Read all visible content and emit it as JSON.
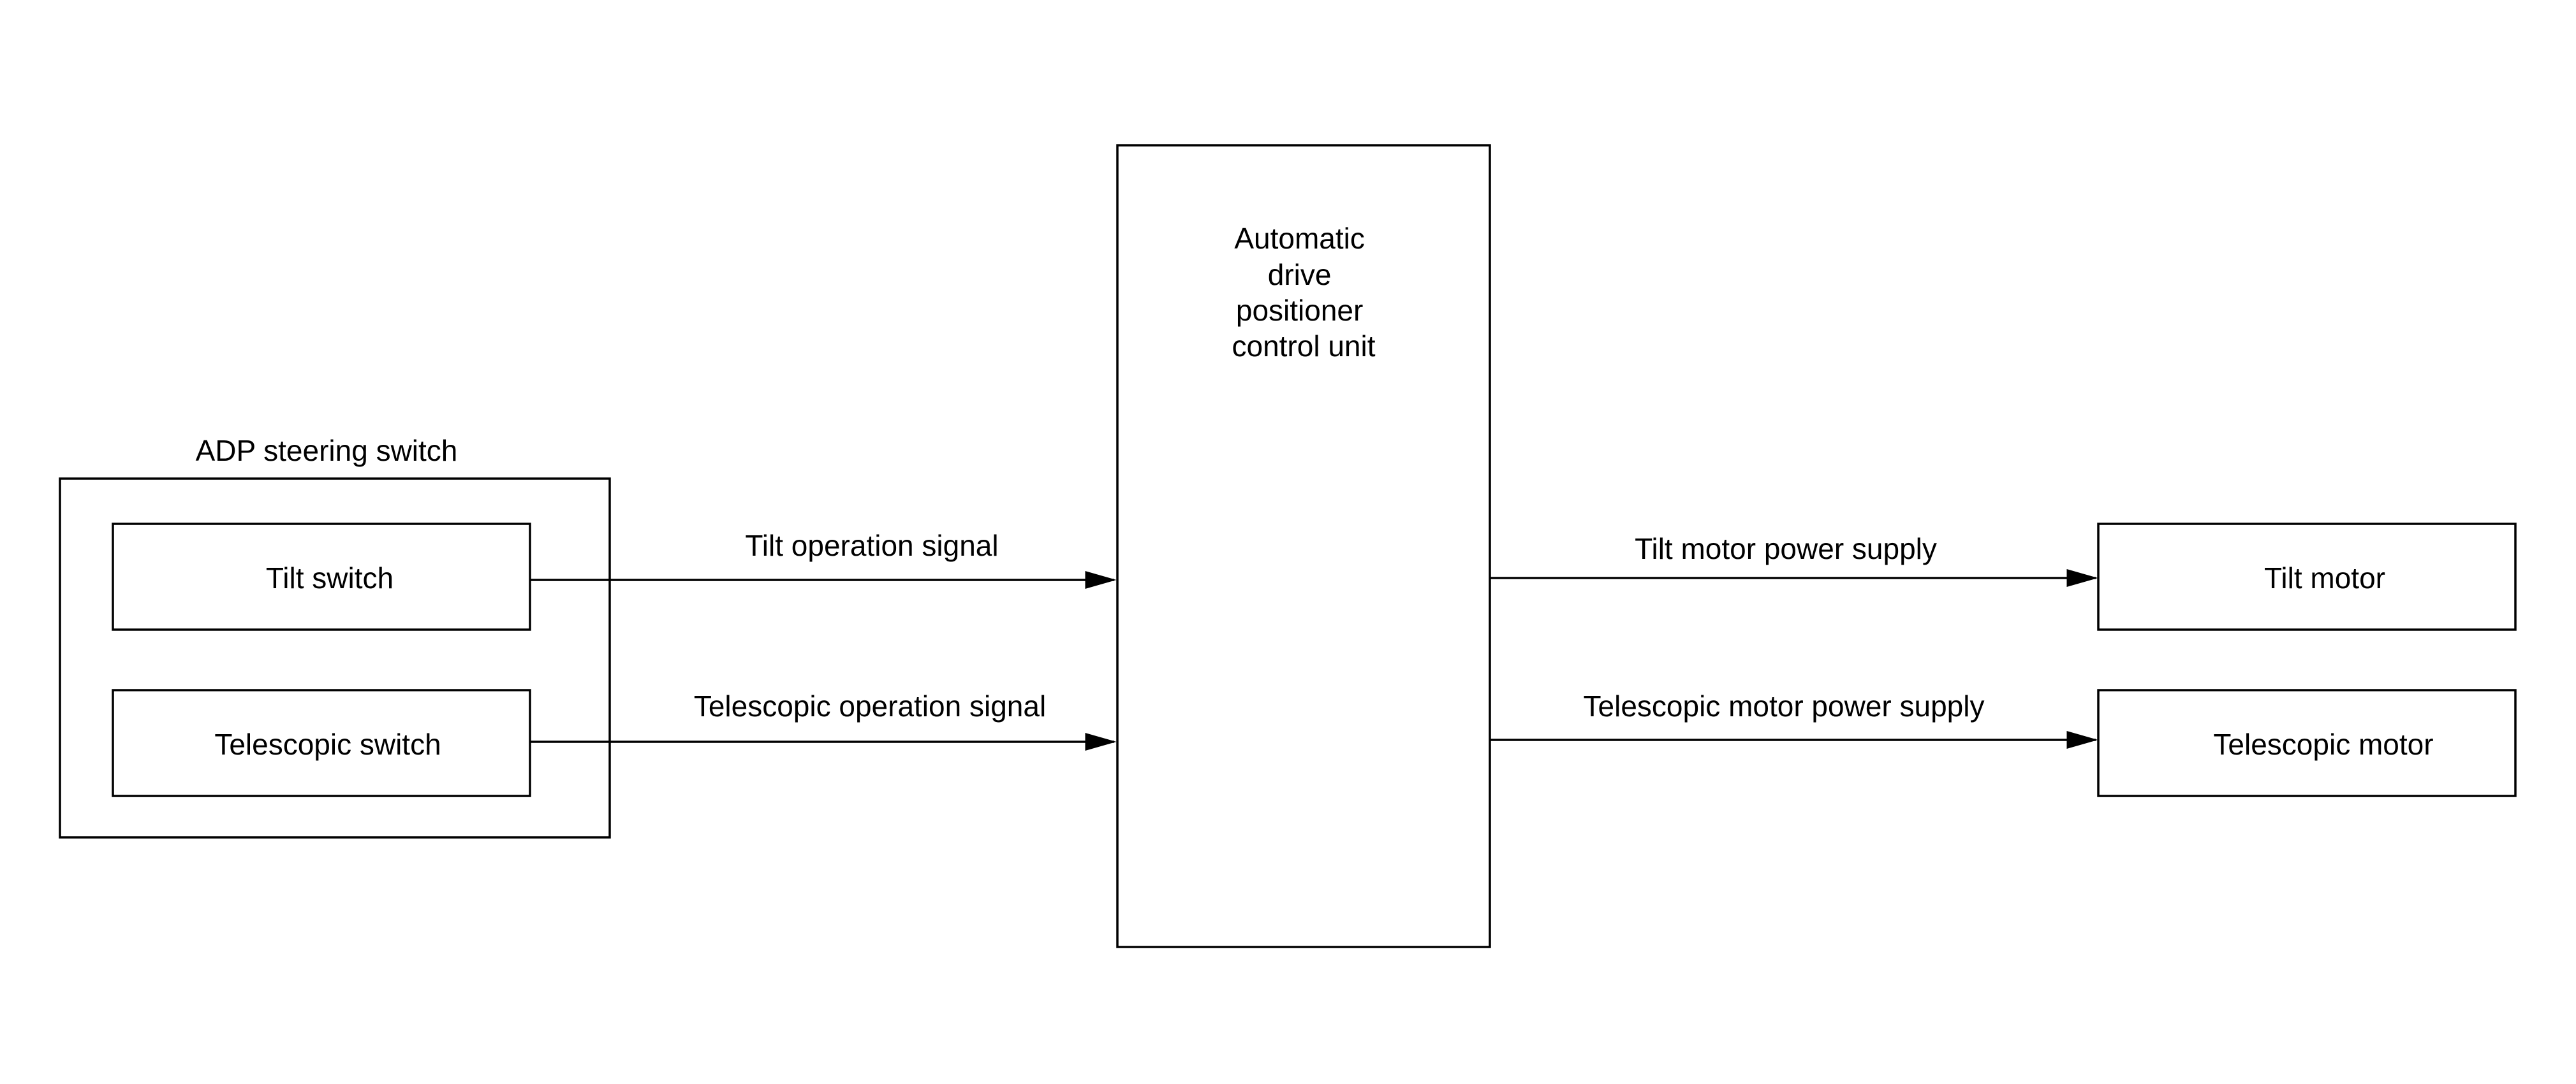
{
  "group": {
    "label": "ADP steering switch"
  },
  "switches": {
    "tilt": "Tilt switch",
    "telescopic": "Telescopic switch"
  },
  "control_unit": {
    "lines": [
      "Automatic",
      "drive",
      "positioner",
      "control unit"
    ]
  },
  "motors": {
    "tilt": "Tilt motor",
    "telescopic": "Telescopic motor"
  },
  "signals": {
    "tilt_operation": "Tilt operation signal",
    "telescopic_operation": "Telescopic operation signal",
    "tilt_power": "Tilt motor power supply",
    "telescopic_power": "Telescopic motor power supply"
  },
  "colors": {
    "stroke": "#000000",
    "background": "#ffffff"
  }
}
